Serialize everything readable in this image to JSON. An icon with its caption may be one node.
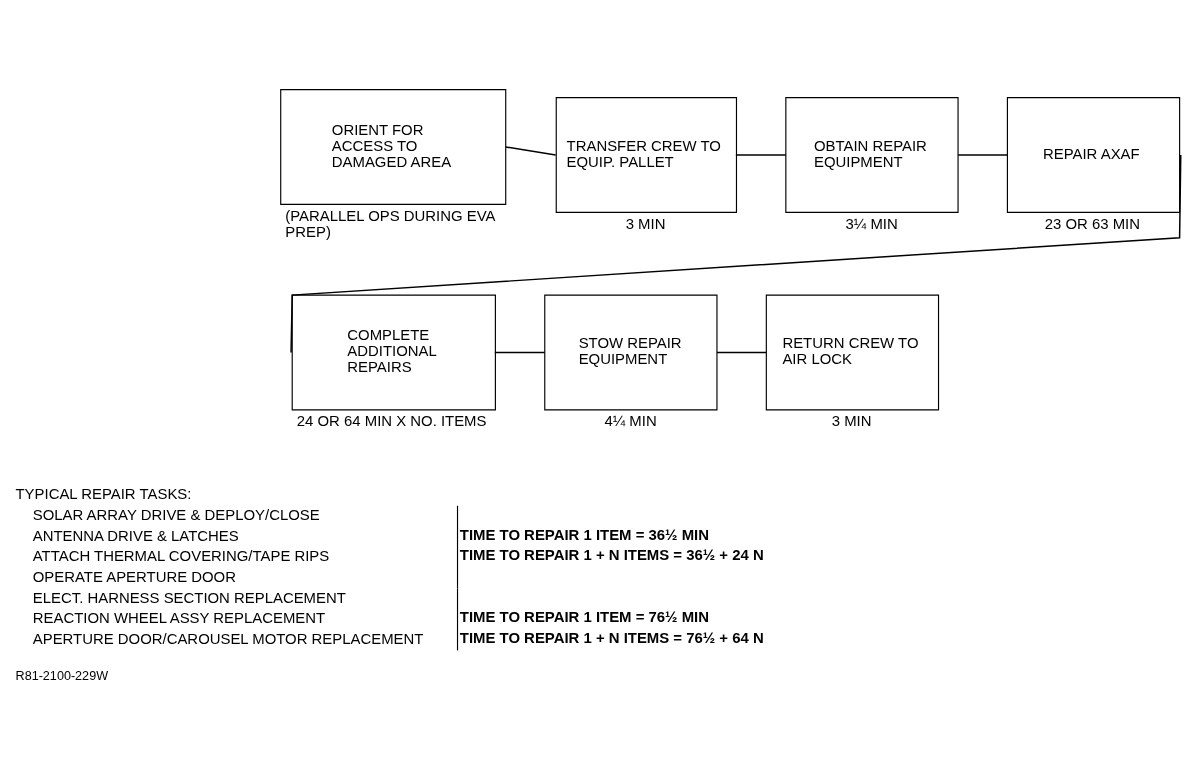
{
  "diagram": {
    "nodes": [
      {
        "text": [
          "ORIENT FOR ACCESS TO DAMAGED AREA"
        ],
        "beside": [
          "(PARALLEL OPS DURING EVA PREP)"
        ]
      },
      {
        "text": [
          "TRANSFER CREW TO EQUIP. PALLET"
        ],
        "beside": [
          "3 MIN"
        ]
      },
      {
        "text": [
          "OBTAIN REPAIR EQUIPMENT"
        ],
        "beside": [
          "3¼ MIN"
        ]
      },
      {
        "text": [
          "REPAIR AXAF"
        ],
        "beside": [
          "23 OR 63 MIN"
        ]
      },
      {
        "text": [
          "COMPLETE ADDITIONAL REPAIRS"
        ],
        "beside": [
          "24 OR 64 MIN X NO. ITEMS"
        ]
      },
      {
        "text": [
          "STOW REPAIR EQUIPMENT"
        ],
        "beside": [
          "4¼ MIN"
        ]
      },
      {
        "text": [
          "RETURN CREW TO AIR LOCK"
        ],
        "beside": [
          "3 MIN"
        ]
      }
    ],
    "edges": [
      {
        "from": 0,
        "to": 1,
        "arrow": "none"
      },
      {
        "from": 1,
        "to": 2,
        "arrow": "none"
      },
      {
        "from": 2,
        "to": 3,
        "arrow": "none"
      },
      {
        "from": 3,
        "to": 4,
        "arrow": "none"
      },
      {
        "from": 4,
        "to": 5,
        "arrow": "none"
      },
      {
        "from": 5,
        "to": 6,
        "arrow": "none"
      }
    ],
    "labels": [
      "TYPICAL REPAIR TASKS:",
      "SOLAR ARRAY DRIVE & DEPLOY/CLOSE",
      "ANTENNA DRIVE & LATCHES",
      "ATTACH THERMAL COVERING/TAPE RIPS",
      "OPERATE APERTURE DOOR",
      "TIME TO REPAIR 1 ITEM = 36½ MIN",
      "TIME TO REPAIR 1 + N ITEMS = 36½ + 24 N",
      "ELECT. HARNESS SECTION REPLACEMENT",
      "REACTION WHEEL ASSY REPLACEMENT",
      "APERTURE DOOR/CAROUSEL MOTOR REPLACEMENT",
      "TIME TO REPAIR 1 ITEM = 76½ MIN",
      "TIME TO REPAIR 1 + N ITEMS = 76½ + 64 N",
      "R81-2100-229W"
    ]
  }
}
